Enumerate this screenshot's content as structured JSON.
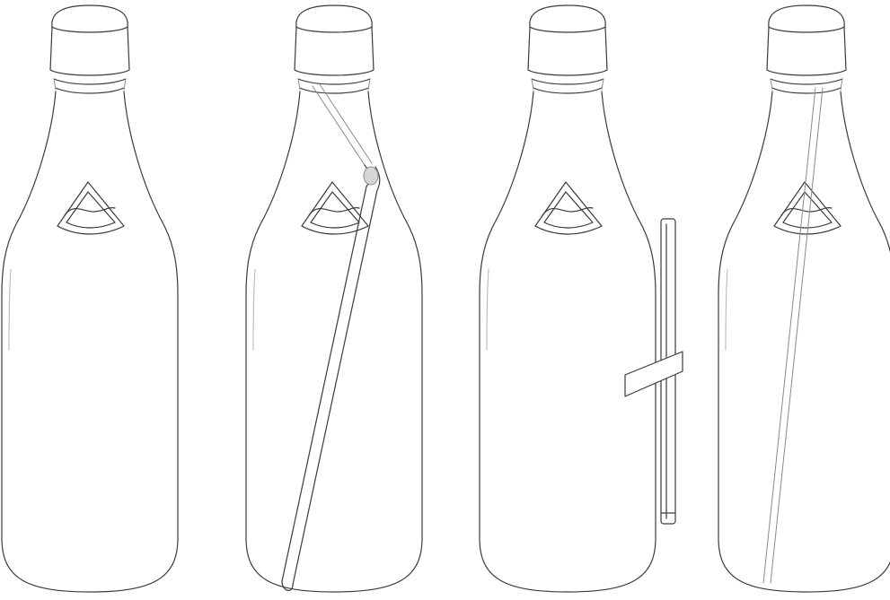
{
  "figure": {
    "panels": [
      {
        "id": "plain-bottle",
        "straw": "none"
      },
      {
        "id": "bottle-with-diagonal-straw-inside",
        "straw": "inside-diagonal"
      },
      {
        "id": "bottle-with-straw-taped-outside",
        "straw": "outside-taped"
      },
      {
        "id": "bottle-with-straight-straw-inside",
        "straw": "inside-vertical"
      }
    ],
    "colors": {
      "background": "#ffffff",
      "ink": "#3a3a3a",
      "light_ink": "#8a8a8a"
    }
  }
}
